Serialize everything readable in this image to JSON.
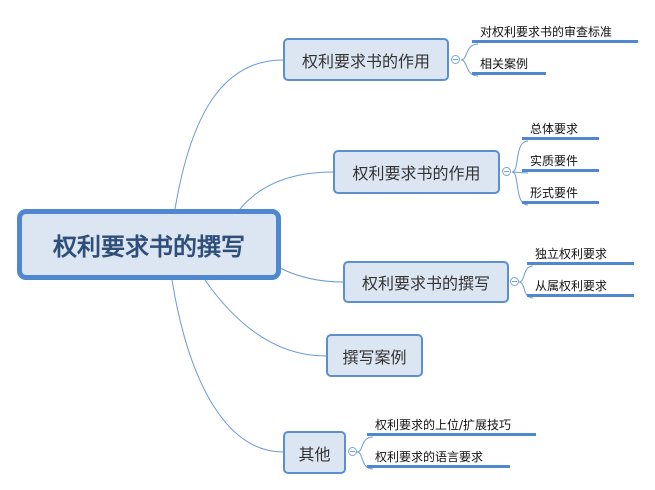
{
  "root": {
    "label": "权利要求书的撰写"
  },
  "branches": [
    {
      "label": "权利要求书的作用",
      "children": [
        "对权利要求书的审查标准",
        "相关案例"
      ]
    },
    {
      "label": "权利要求书的作用",
      "children": [
        "总体要求",
        "实质要件",
        "形式要件"
      ]
    },
    {
      "label": "权利要求书的撰写",
      "children": [
        "独立权利要求",
        "从属权利要求"
      ]
    },
    {
      "label": "撰写案例",
      "children": []
    },
    {
      "label": "其他",
      "children": [
        "权利要求的上位/扩展技巧",
        "权利要求的语言要求"
      ]
    }
  ],
  "colors": {
    "line": "#6a9bd8",
    "node_fill": "#dce6f2",
    "node_border": "#4f88cf"
  }
}
